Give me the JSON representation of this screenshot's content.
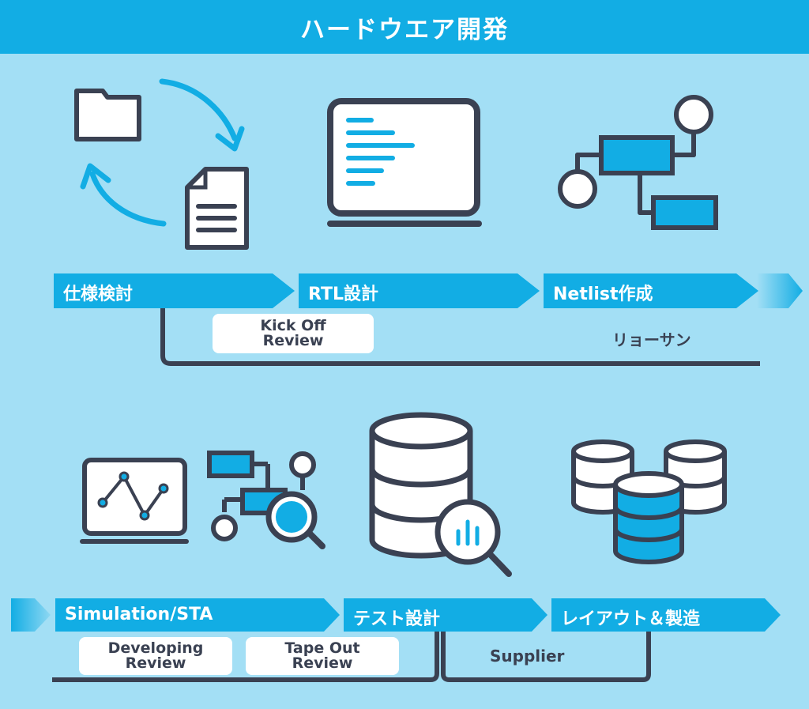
{
  "title": "ハードウエア開発",
  "top_row": {
    "stages": [
      "仕様検討",
      "RTL設計",
      "Netlist作成"
    ],
    "kickoff": {
      "line1": "Kick Off",
      "line2": "Review"
    },
    "note": "リョーサン"
  },
  "bottom_row": {
    "stages": [
      "Simulation/STA",
      "テスト設計",
      "レイアウト＆製造"
    ],
    "developing": {
      "line1": "Developing",
      "line2": "Review"
    },
    "tapeout": {
      "line1": "Tape Out",
      "line2": "Review"
    },
    "supplier": "Supplier"
  },
  "colors": {
    "background": "#a3dff5",
    "accent": "#12ade4",
    "dark": "#3a4152",
    "white": "#ffffff"
  },
  "icons": [
    "cycle-arrows-icon",
    "folder-icon",
    "document-icon",
    "laptop-code-icon",
    "netlist-block-icon",
    "monitor-graph-icon",
    "block-search-icon",
    "database-search-icon",
    "databases-icon"
  ]
}
